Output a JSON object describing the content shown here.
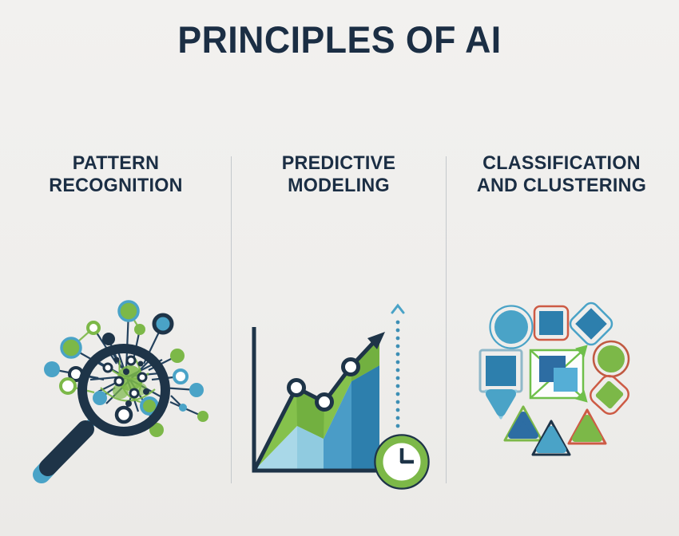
{
  "page": {
    "title": "PRINCIPLES OF AI"
  },
  "columns": [
    {
      "title_line1": "PATTERN",
      "title_line2": "RECOGNITION",
      "icon": "magnifying-glass-network-icon"
    },
    {
      "title_line1": "PREDICTIVE",
      "title_line2": "MODELING",
      "icon": "growth-chart-clock-icon"
    },
    {
      "title_line1": "CLASSIFICATION",
      "title_line2": "AND CLUSTERING",
      "icon": "geometric-shapes-cluster-icon"
    }
  ],
  "colors": {
    "heading_navy": "#1b2e44",
    "icon_navy": "#1e3448",
    "dark_blue": "#2d7fad",
    "medium_blue": "#4aa3c7",
    "pale_blue": "#a9d8e8",
    "green": "#7cb848",
    "orange_red": "#cd5b45",
    "background": "#f0efec",
    "divider_gray": "#c4c8cc"
  }
}
